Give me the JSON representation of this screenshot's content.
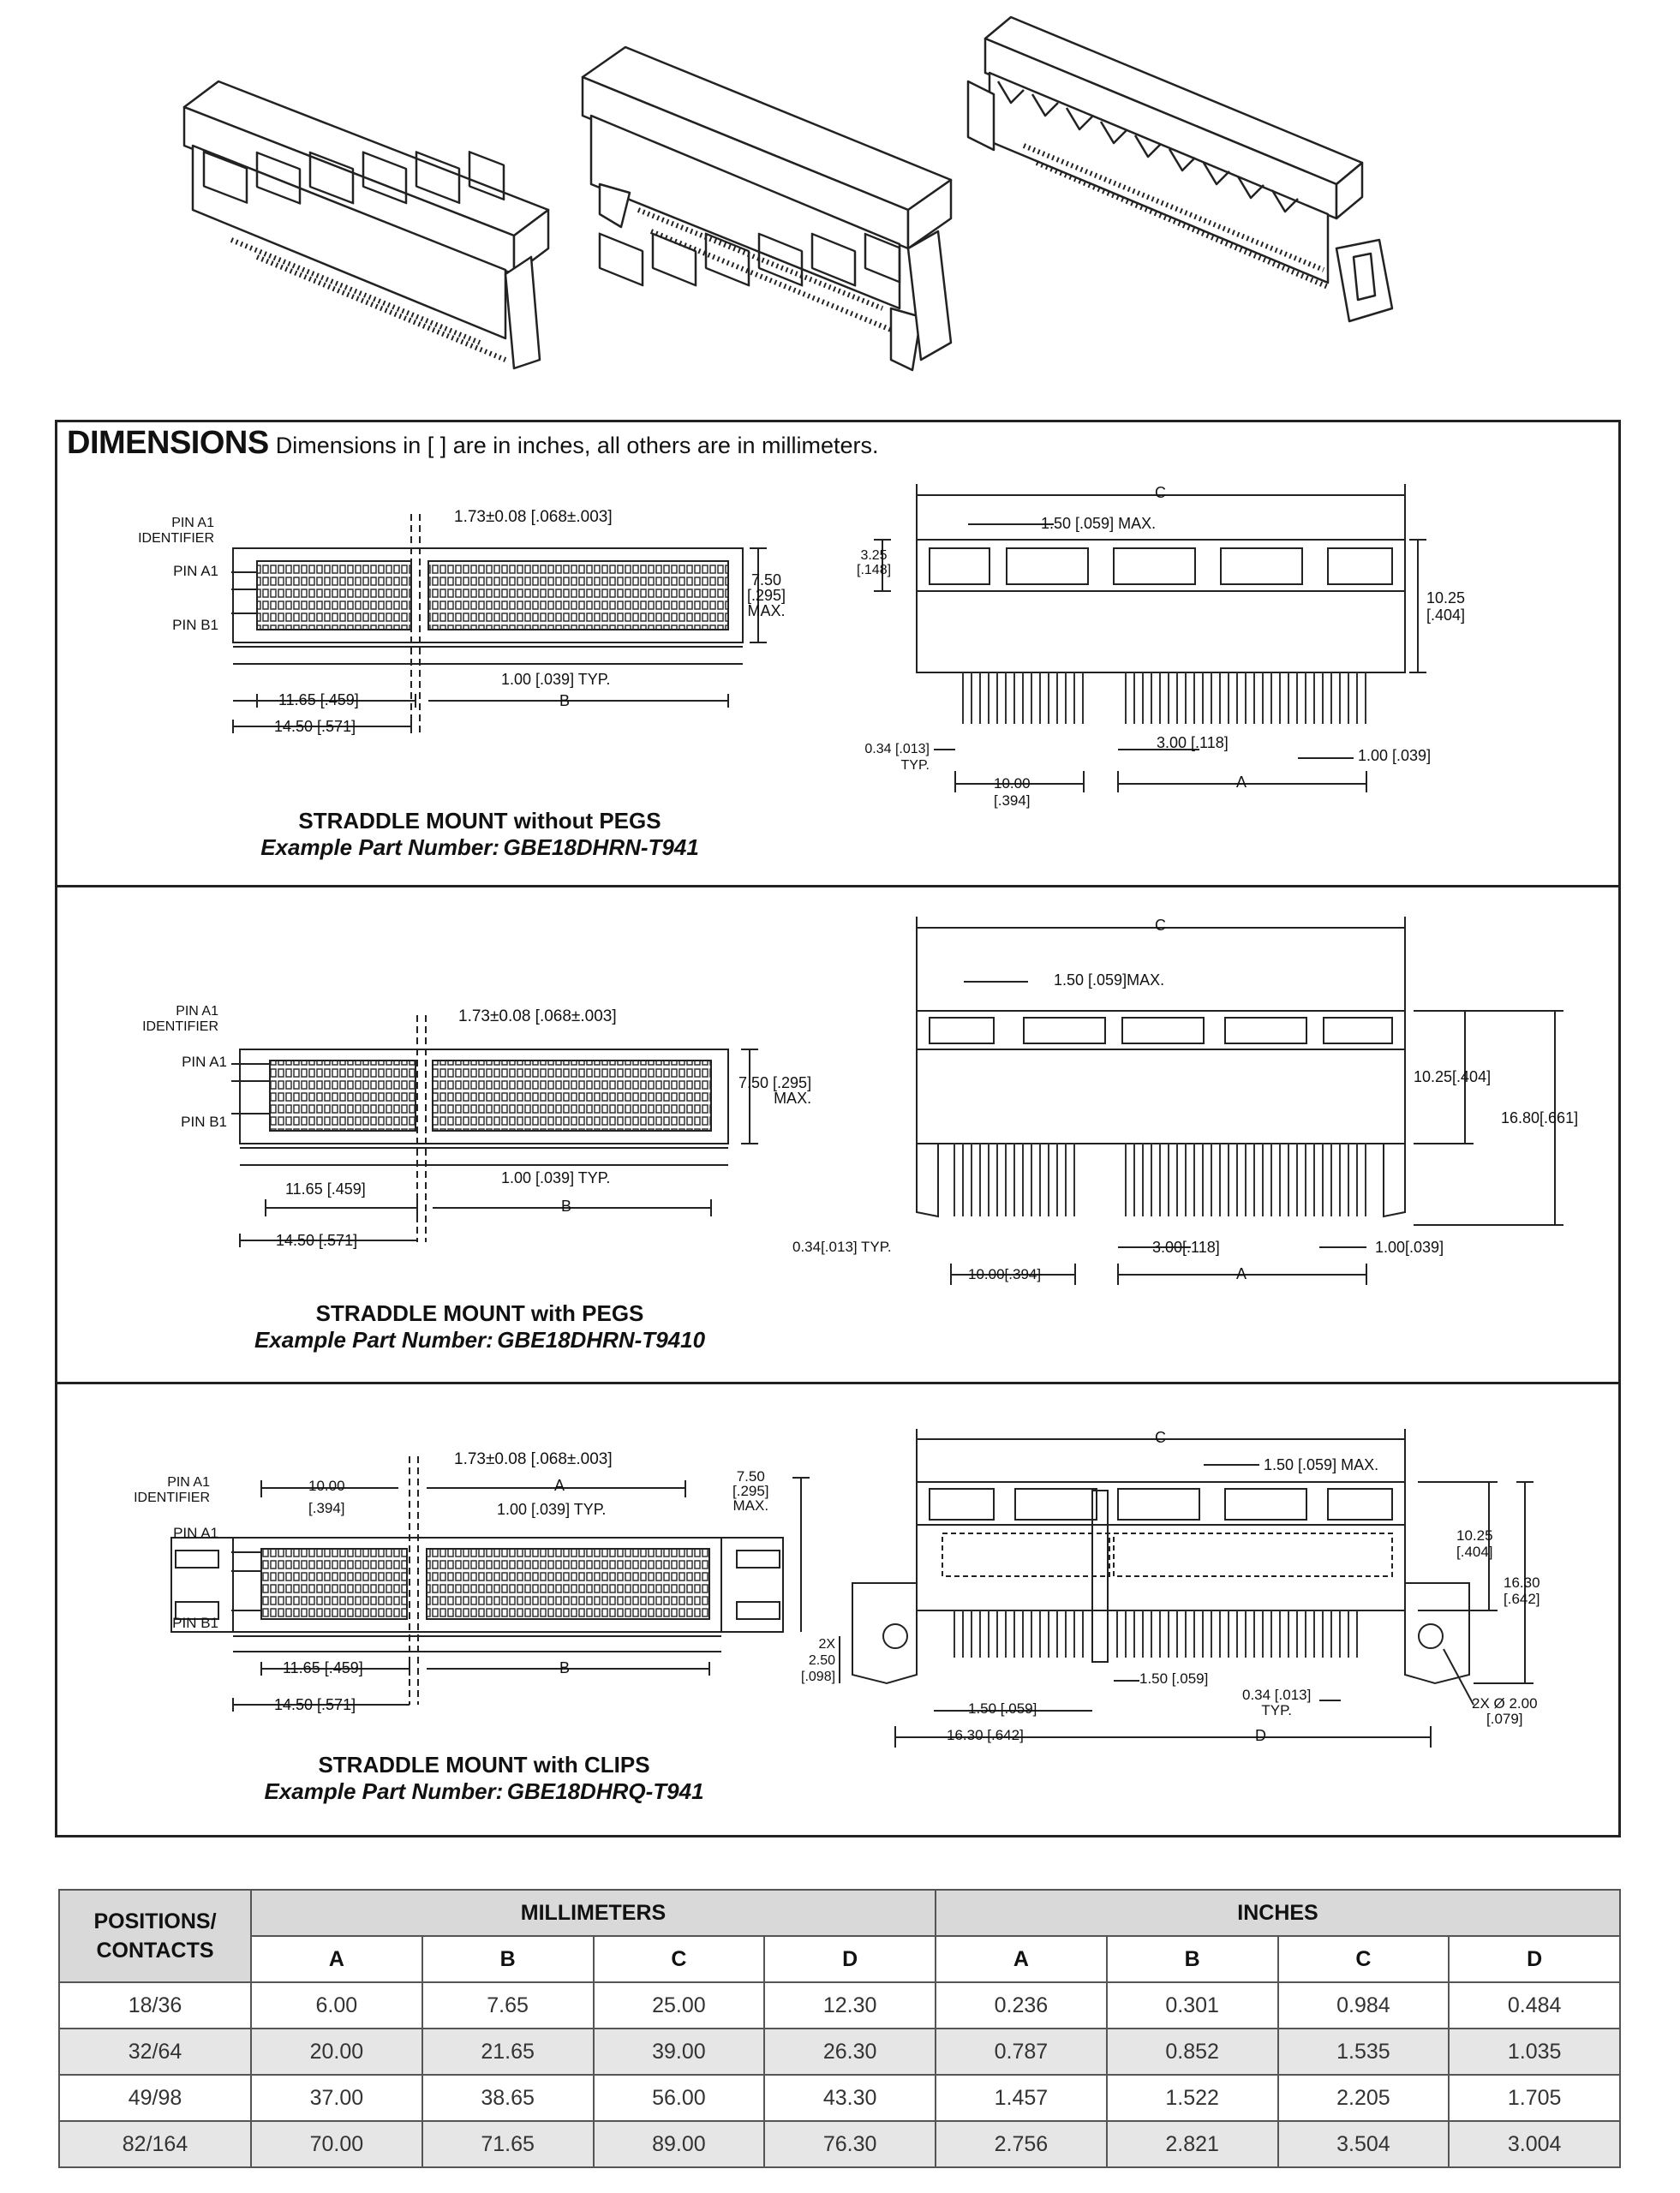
{
  "dimensions": {
    "heading": "DIMENSIONS",
    "subheading": "Dimensions in [ ] are in inches, all others are in millimeters."
  },
  "sections": [
    {
      "title": "STRADDLE MOUNT without PEGS",
      "part_label": "Example Part Number:",
      "part_number": "GBE18DHRN-T941",
      "labels": {
        "pin_a1_identifier": "PIN A1\nIDENTIFIER",
        "pin_a1": "PIN A1",
        "pin_b1": "PIN B1",
        "offset": "1.73±0.08 [.068±.003]",
        "height_max": "7.50\n[.295]\nMAX.",
        "pitch": "1.00 [.039] TYP.",
        "dim_1165": "11.65 [.459]",
        "dim_1450": "14.50 [.571]",
        "dim_b": "B",
        "dim_c": "C",
        "max_150": "1.50 [.059] MAX.",
        "dim_325": "3.25\n[.148]",
        "dim_1025": "10.25\n[.404]",
        "dim_034": "0.34 [.013]\nTYP.",
        "dim_1000": "10.00\n[.394]",
        "dim_300": "3.00 [.118]",
        "dim_a": "A",
        "dim_100": "1.00 [.039]"
      }
    },
    {
      "title": "STRADDLE MOUNT with PEGS",
      "part_label": "Example Part Number:",
      "part_number": "GBE18DHRN-T9410",
      "labels": {
        "pin_a1_identifier": "PIN A1\nIDENTIFIER",
        "pin_a1": "PIN A1",
        "pin_b1": "PIN B1",
        "offset": "1.73±0.08 [.068±.003]",
        "height_max": "7.50 [.295]\nMAX.",
        "pitch": "1.00 [.039] TYP.",
        "dim_1165": "11.65 [.459]",
        "dim_1450": "14.50 [.571]",
        "dim_b": "B",
        "dim_c": "C",
        "max_150": "1.50 [.059]MAX.",
        "dim_1025": "10.25[.404]",
        "dim_1680": "16.80[.661]",
        "dim_034": "0.34[.013] TYP.",
        "dim_1000": "10.00[.394]",
        "dim_300": "3.00[.118]",
        "dim_a": "A",
        "dim_100": "1.00[.039]"
      }
    },
    {
      "title": "STRADDLE MOUNT with CLIPS",
      "part_label": "Example Part Number:",
      "part_number": "GBE18DHRQ-T941",
      "labels": {
        "pin_a1_identifier": "PIN A1\nIDENTIFIER",
        "pin_a1": "PIN A1",
        "pin_b1": "PIN B1",
        "offset": "1.73±0.08 [.068±.003]",
        "dim_1000": "10.00\n[.394]",
        "dim_a": "A",
        "pitch": "1.00 [.039] TYP.",
        "height_max": "7.50\n[.295]\nMAX.",
        "dim_1165": "11.65 [.459]",
        "dim_1450": "14.50 [.571]",
        "dim_b": "B",
        "dim_c": "C",
        "max_150": "1.50 [.059] MAX.",
        "dim_1025": "10.25\n[.404]",
        "dim_1630v": "16.30\n[.642]",
        "dim_250": "2X\n2.50\n[.098]",
        "dim_150a": "1.50 [.059]",
        "dim_150b": "1.50 [.059]",
        "dim_034": "0.34 [.013]\nTYP.",
        "dim_1630h": "16.30 [.642]",
        "dim_d": "D",
        "dim_hole": "2X Ø 2.00\n[.079]"
      }
    }
  ],
  "table": {
    "pos_header": "POSITIONS/\nCONTACTS",
    "mm_header": "MILLIMETERS",
    "in_header": "INCHES",
    "cols": [
      "A",
      "B",
      "C",
      "D",
      "A",
      "B",
      "C",
      "D"
    ],
    "rows": [
      [
        "18/36",
        "6.00",
        "7.65",
        "25.00",
        "12.30",
        "0.236",
        "0.301",
        "0.984",
        "0.484"
      ],
      [
        "32/64",
        "20.00",
        "21.65",
        "39.00",
        "26.30",
        "0.787",
        "0.852",
        "1.535",
        "1.035"
      ],
      [
        "49/98",
        "37.00",
        "38.65",
        "56.00",
        "43.30",
        "1.457",
        "1.522",
        "2.205",
        "1.705"
      ],
      [
        "82/164",
        "70.00",
        "71.65",
        "89.00",
        "76.30",
        "2.756",
        "2.821",
        "3.504",
        "3.004"
      ]
    ]
  }
}
